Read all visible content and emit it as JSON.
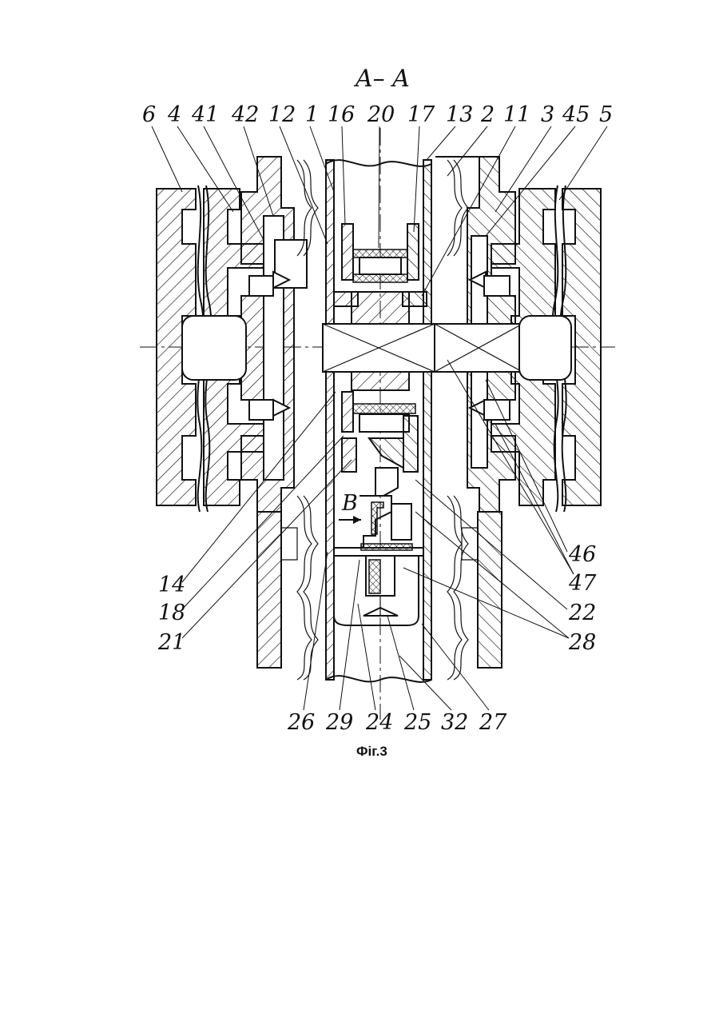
{
  "section_title": "A– A",
  "caption": "Фіг.3",
  "view_marker": "B",
  "labels_top": [
    "6",
    "4",
    "41",
    "42",
    "12",
    "1",
    "16",
    "20",
    "17",
    "13",
    "2",
    "11",
    "3",
    "45",
    "5"
  ],
  "labels_left": [
    "14",
    "18",
    "21"
  ],
  "labels_right": [
    "46",
    "47",
    "22",
    "28"
  ],
  "labels_bottom": [
    "26",
    "29",
    "24",
    "25",
    "32",
    "27"
  ]
}
